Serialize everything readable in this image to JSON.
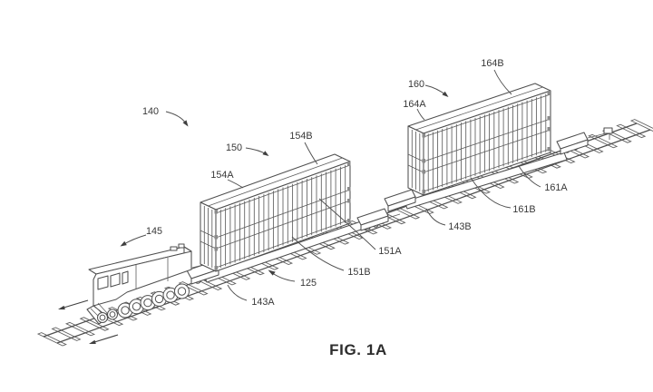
{
  "figure": {
    "caption": "FIG. 1A",
    "colors": {
      "line": "#4f4f4f",
      "label": "#383838",
      "background": "#ffffff"
    },
    "labels": {
      "train": "140",
      "locomotive": "145",
      "track": "125",
      "railcar_a": "143A",
      "railcar_b": "143B",
      "first_stack": "150",
      "first_stack_roof_corner": "154A",
      "first_stack_roof": "154B",
      "first_stack_upper_container": "151A",
      "first_stack_lower_container": "151B",
      "second_stack": "160",
      "second_stack_roof_corner": "164A",
      "second_stack_roof": "164B",
      "second_stack_upper_container": "161A",
      "second_stack_lower_container": "161B"
    }
  }
}
